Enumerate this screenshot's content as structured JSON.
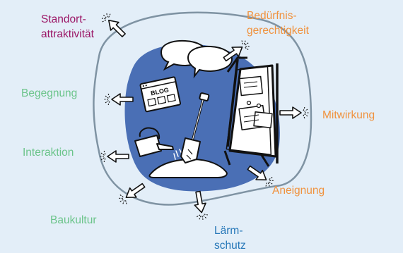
{
  "labels": {
    "standort": [
      "Standort-",
      "attraktivität"
    ],
    "beduerfnis": [
      "Bedürfnis-",
      "gerechtigkeit"
    ],
    "begegnung": "Begegnung",
    "mitwirkung": "Mitwirkung",
    "interaktion": "Interaktion",
    "aneignung": "Aneignung",
    "baukultur": "Baukultur",
    "laermschutz": [
      "Lärm-",
      "schutz"
    ]
  },
  "blog_text": "BLOG",
  "colors": {
    "background": "#e3eef8",
    "outline": "#7f93a3",
    "blob": "#4a6fb5",
    "magenta": "#9b1666",
    "orange": "#f0923e",
    "green": "#6bc48a",
    "blue": "#2677b8"
  }
}
